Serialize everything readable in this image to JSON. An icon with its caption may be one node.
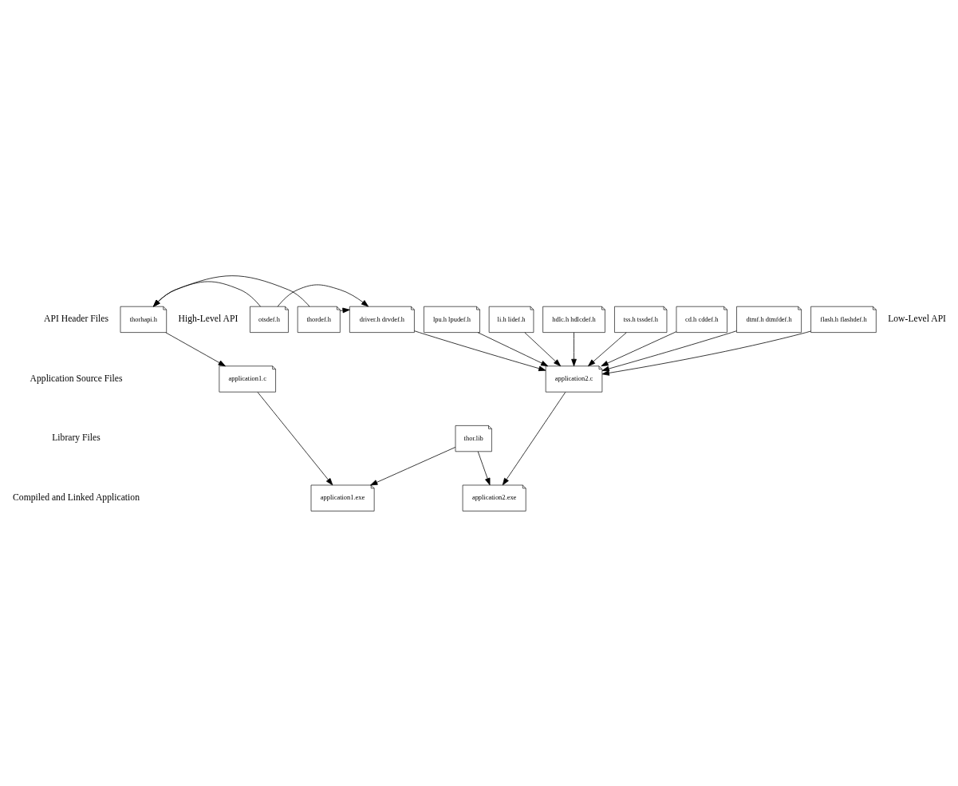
{
  "diagram": {
    "nodes": [
      {
        "text": [
          "thorhapi.h"
        ]
      },
      {
        "text": [
          "otsdef.h"
        ]
      },
      {
        "text": [
          "thordef.h"
        ]
      },
      {
        "text": [
          "driver.h drvdef.h"
        ]
      },
      {
        "text": [
          "lpu.h lpudef.h"
        ]
      },
      {
        "text": [
          "li.h lidef.h"
        ]
      },
      {
        "text": [
          "hdlc.h hdlcdef.h"
        ]
      },
      {
        "text": [
          "tss.h tssdef.h"
        ]
      },
      {
        "text": [
          "cd.h cddef.h"
        ]
      },
      {
        "text": [
          "dtmf.h dtmfdef.h"
        ]
      },
      {
        "text": [
          "flash.h flashdef.h"
        ]
      },
      {
        "text": [
          "application1.c"
        ]
      },
      {
        "text": [
          "application2.c"
        ]
      },
      {
        "text": [
          "thor.lib"
        ]
      },
      {
        "text": [
          "application1.exe"
        ]
      },
      {
        "text": [
          "application2.exe"
        ]
      }
    ],
    "edges": [
      {
        "from": 0,
        "to": 11,
        "arrow": "to"
      },
      {
        "from": 1,
        "to": 0,
        "arrow": "to"
      },
      {
        "from": 2,
        "to": 0,
        "arrow": "to"
      },
      {
        "from": 1,
        "to": 3,
        "arrow": "to"
      },
      {
        "from": 2,
        "to": 3,
        "arrow": "to"
      },
      {
        "from": 3,
        "to": 12,
        "arrow": "to"
      },
      {
        "from": 4,
        "to": 12,
        "arrow": "to"
      },
      {
        "from": 5,
        "to": 12,
        "arrow": "to"
      },
      {
        "from": 6,
        "to": 12,
        "arrow": "to"
      },
      {
        "from": 7,
        "to": 12,
        "arrow": "to"
      },
      {
        "from": 8,
        "to": 12,
        "arrow": "to"
      },
      {
        "from": 9,
        "to": 12,
        "arrow": "to"
      },
      {
        "from": 10,
        "to": 12,
        "arrow": "to"
      },
      {
        "from": 11,
        "to": 14,
        "arrow": "to"
      },
      {
        "from": 12,
        "to": 15,
        "arrow": "to"
      },
      {
        "from": 13,
        "to": 14,
        "arrow": "to"
      },
      {
        "from": 13,
        "to": 15,
        "arrow": "to"
      }
    ],
    "labels": [
      "API Header Files",
      "High-Level API",
      "Low-Level API",
      "Application Source Files",
      "Library Files",
      "Compiled and Linked Application"
    ]
  }
}
